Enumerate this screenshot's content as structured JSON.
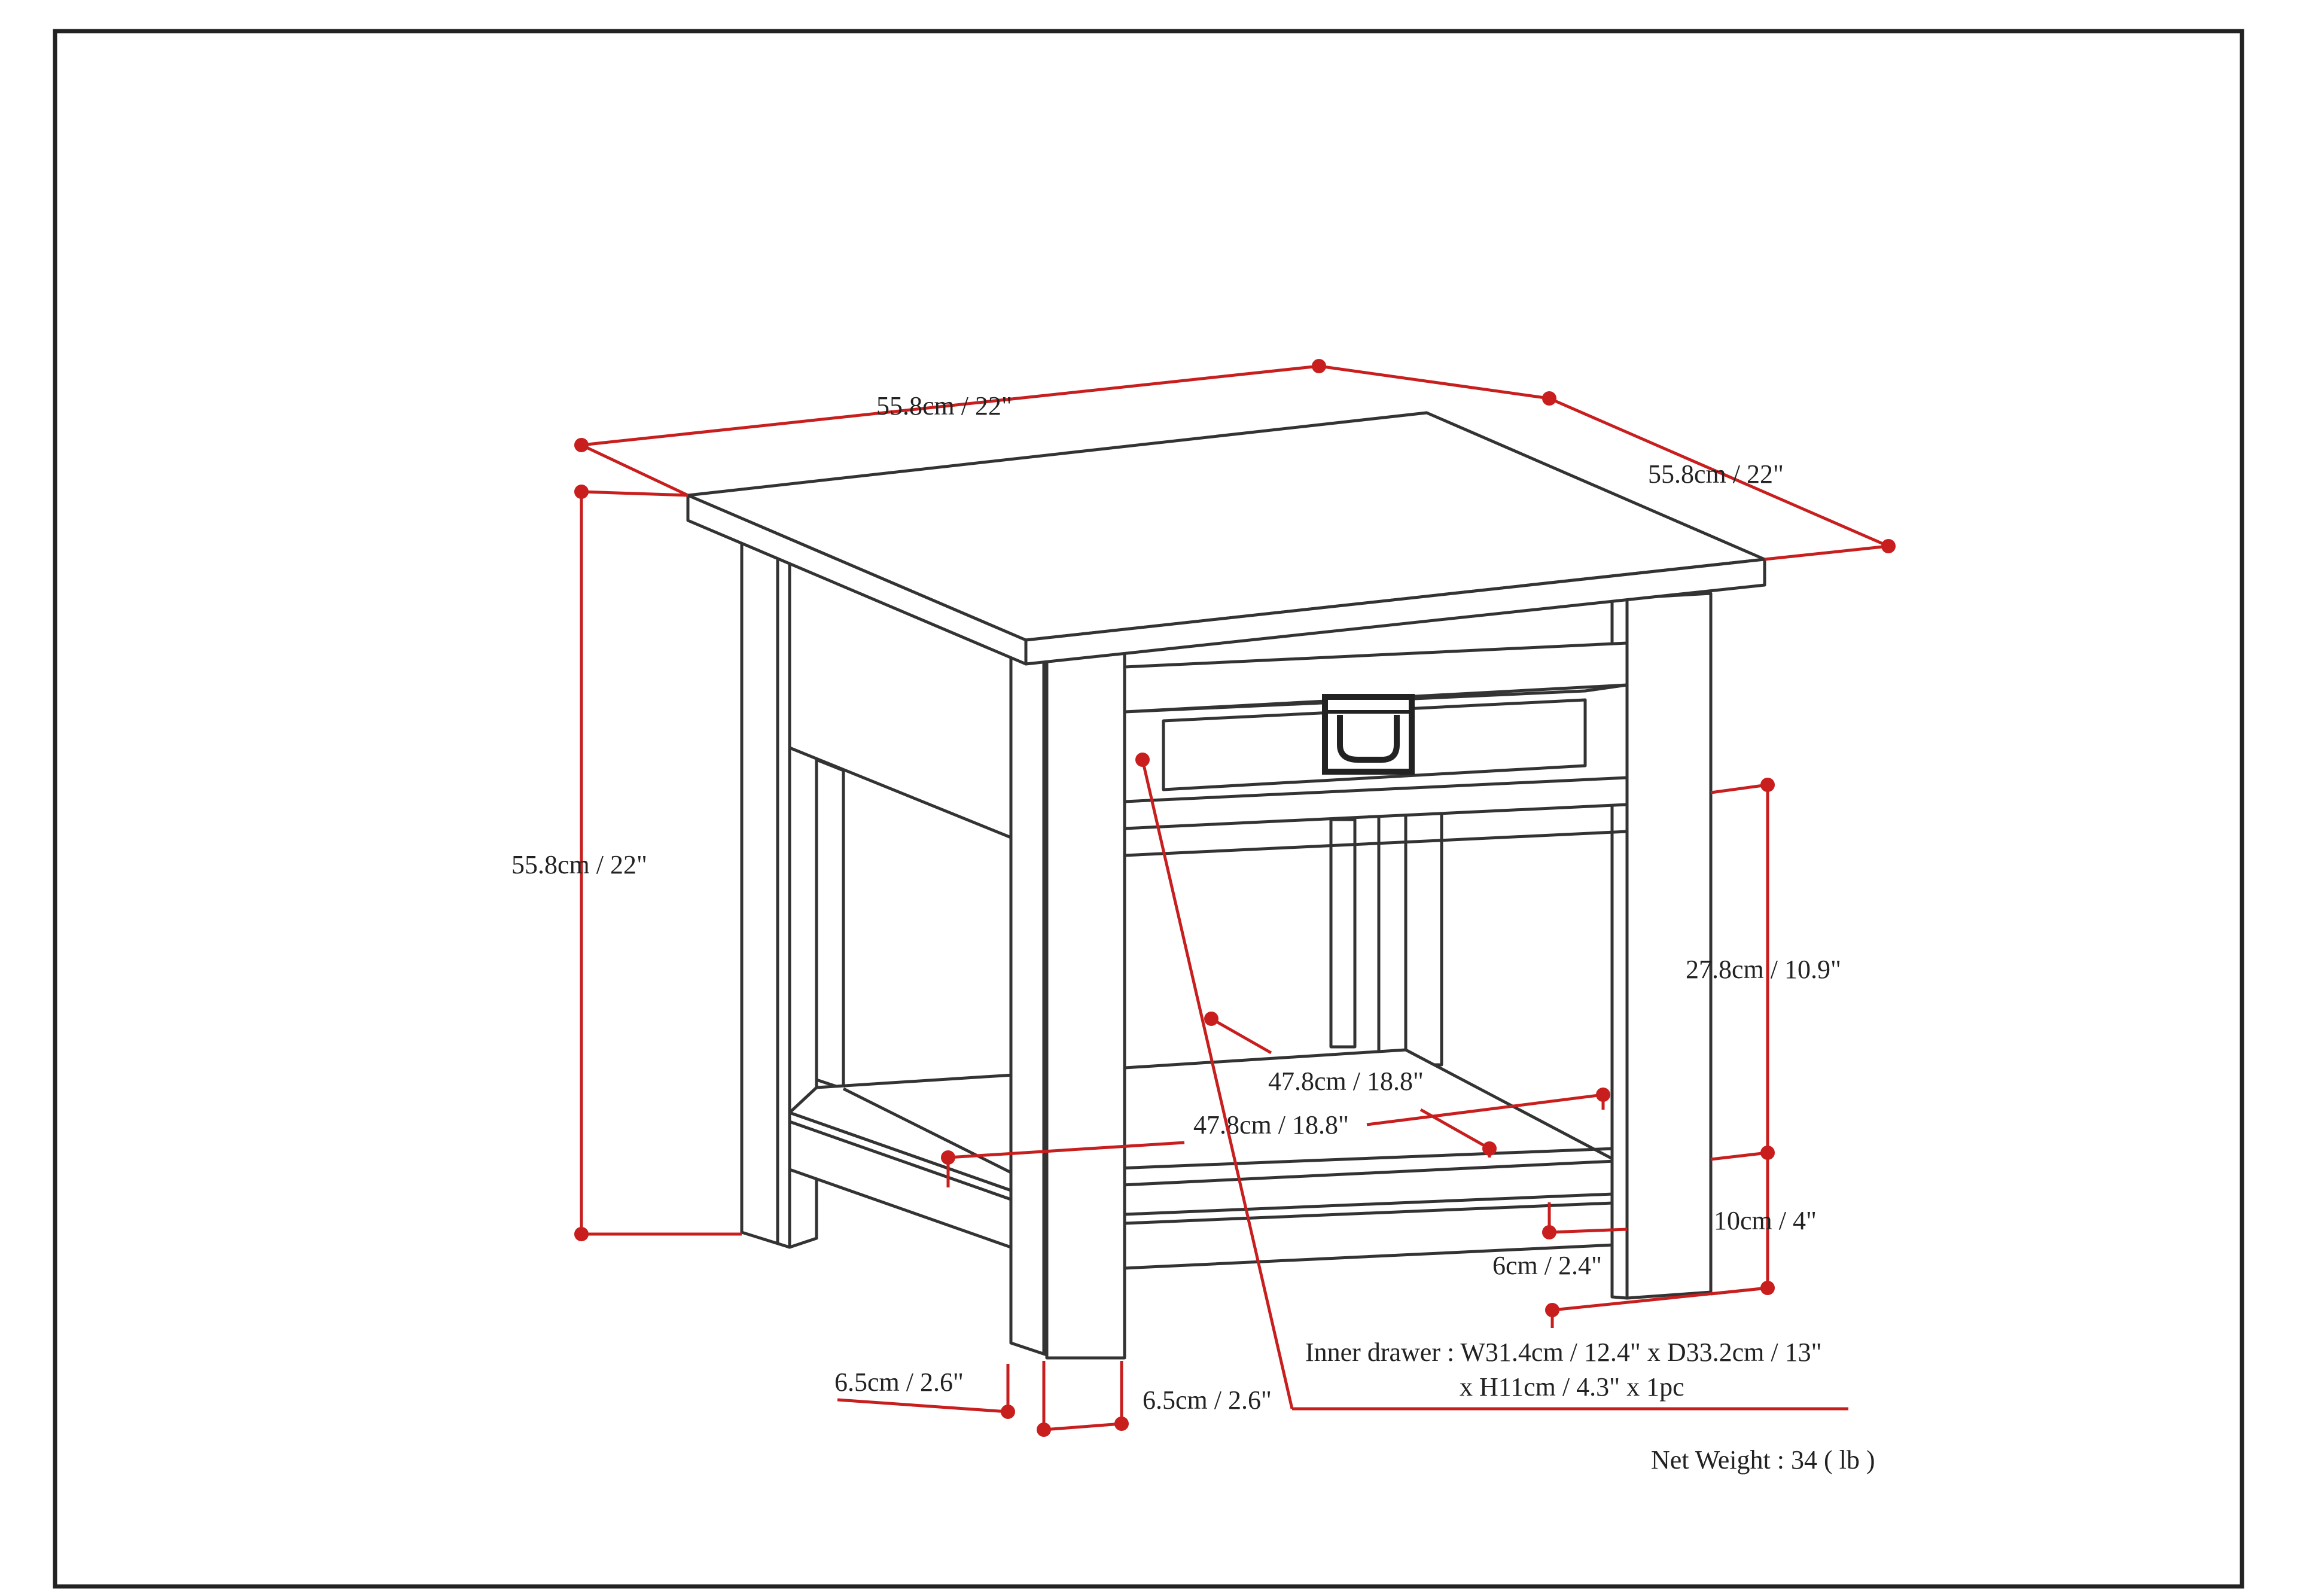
{
  "diagram": {
    "subject": "end table with one drawer and lower shelf",
    "colors": {
      "dimension_line": "#c81e1e",
      "outline": "#333333",
      "border": "#222222"
    },
    "dimensions": {
      "top_width": "55.8cm / 22\"",
      "top_depth": "55.8cm / 22\"",
      "overall_height": "55.8cm / 22\"",
      "shelf_clearance": "27.8cm / 10.9\"",
      "shelf_depth": "47.8cm / 18.8\"",
      "shelf_width": "47.8cm / 18.8\"",
      "shelf_height_from_floor": "10cm / 4\"",
      "shelf_rail": "6cm / 2.4\"",
      "leg_thickness_left": "6.5cm / 2.6\"",
      "leg_thickness_right": "6.5cm / 2.6\""
    },
    "inner_drawer_line1": "Inner drawer : W31.4cm / 12.4\" x D33.2cm / 13\"",
    "inner_drawer_line2": "x H11cm / 4.3\" x 1pc",
    "net_weight": "Net Weight : 34 ( lb )"
  }
}
